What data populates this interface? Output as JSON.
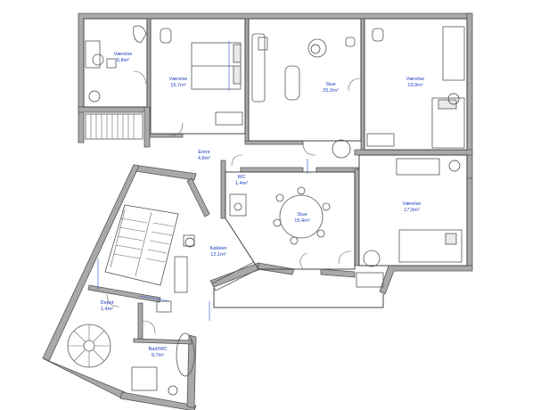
{
  "plan": {
    "rooms": [
      {
        "id": "vaerelse-1",
        "name": "Værelse",
        "area": "6,8m²"
      },
      {
        "id": "vaerelse-2",
        "name": "Værelse",
        "area": "15,7m²"
      },
      {
        "id": "stue-1",
        "name": "Stue",
        "area": "25,2m²"
      },
      {
        "id": "vaerelse-3",
        "name": "Værelse",
        "area": "19,9m²"
      },
      {
        "id": "entre",
        "name": "Entre",
        "area": "4,8m²"
      },
      {
        "id": "wc",
        "name": "WC",
        "area": "1,4m²"
      },
      {
        "id": "stue-2",
        "name": "Stue",
        "area": "15,4m²"
      },
      {
        "id": "vaerelse-4",
        "name": "Værelse",
        "area": "17,0m²"
      },
      {
        "id": "koekken",
        "name": "Køkken",
        "area": "12,1m²"
      },
      {
        "id": "depot",
        "name": "Depot",
        "area": "1,4m²"
      },
      {
        "id": "bad",
        "name": "Bad/WC",
        "area": "9,7m²"
      }
    ]
  }
}
